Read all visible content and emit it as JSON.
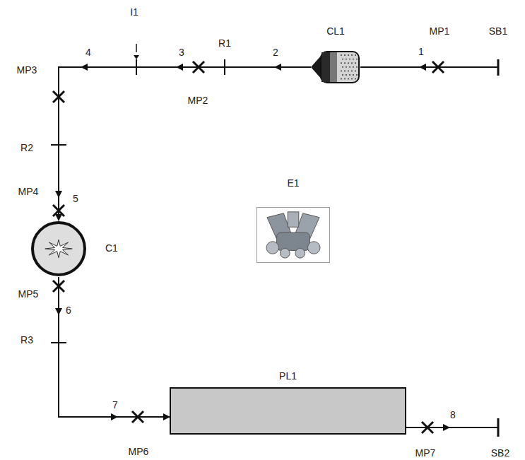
{
  "diagram": {
    "nodes": [
      {
        "text": [
          "CL1"
        ]
      },
      {
        "text": [
          "C1"
        ]
      },
      {
        "text": [
          "E1"
        ]
      },
      {
        "text": [
          "PL1"
        ]
      }
    ],
    "edges": [
      {
        "from": 0,
        "to": 1,
        "arrow": "to"
      },
      {
        "from": 1,
        "to": 3,
        "arrow": "to"
      }
    ],
    "labels": [
      "I1",
      "SB1",
      "MP1",
      "1",
      "2",
      "R1",
      "3",
      "MP2",
      "4",
      "MP3",
      "R2",
      "MP4",
      "5",
      "MP5",
      "6",
      "R3",
      "7",
      "MP6",
      "MP7",
      "8",
      "SB2"
    ]
  }
}
